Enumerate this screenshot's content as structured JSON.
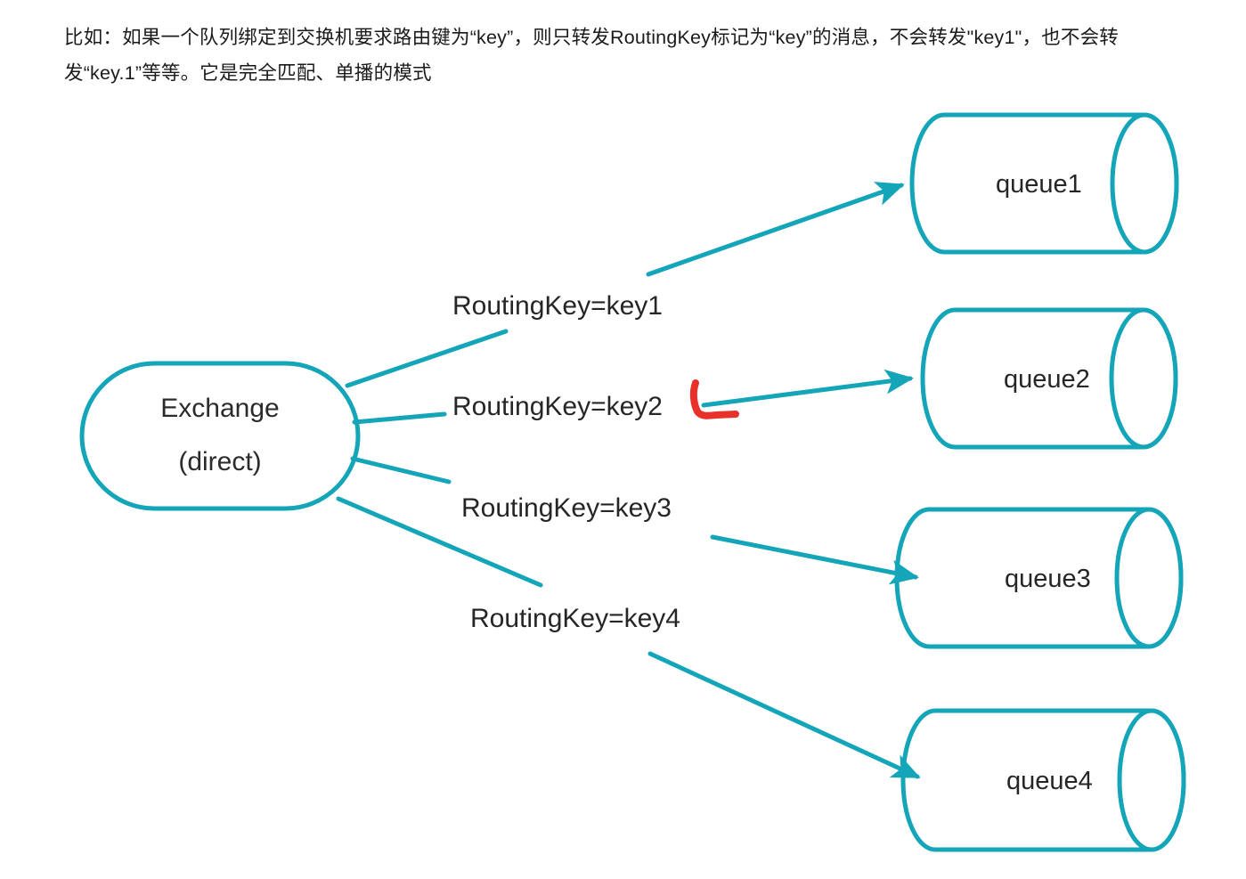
{
  "intro": {
    "text": "比如：如果一个队列绑定到交换机要求路由键为“key”，则只转发RoutingKey标记为“key”的消息，不会转发\"key1\"，也不会转发“key.1”等等。它是完全匹配、单播的模式"
  },
  "diagram": {
    "title": "RabbitMQ direct exchange routing",
    "accent_color": "#14a5b8",
    "annotation_color": "#e8312a",
    "text_color": "#262626",
    "exchange": {
      "line1": "Exchange",
      "line2": "(direct)"
    },
    "edges": [
      {
        "label": "RoutingKey=key1",
        "target": "queue1"
      },
      {
        "label": "RoutingKey=key2",
        "target": "queue2"
      },
      {
        "label": "RoutingKey=key3",
        "target": "queue3"
      },
      {
        "label": "RoutingKey=key4",
        "target": "queue4"
      }
    ],
    "queues": [
      {
        "label": "queue1"
      },
      {
        "label": "queue2"
      },
      {
        "label": "queue3"
      },
      {
        "label": "queue4"
      }
    ],
    "annotation": {
      "name": "red-handdrawn-mark",
      "describes": "RoutingKey=key2"
    }
  }
}
